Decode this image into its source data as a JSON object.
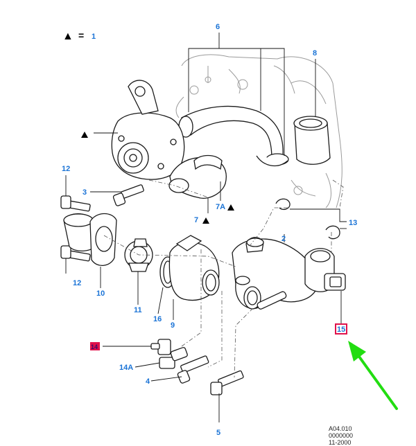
{
  "legend": {
    "symbol": "▲",
    "equals": "=",
    "value": "1"
  },
  "callouts": {
    "c1": "1",
    "c2": "2",
    "c3": "3",
    "c4": "4",
    "c5": "5",
    "c6": "6",
    "c7": "7",
    "c7a": "7A",
    "c8": "8",
    "c9": "9",
    "c10": "10",
    "c11": "11",
    "c12a": "12",
    "c12b": "12",
    "c13": "13",
    "c14": "14",
    "c14a": "14A",
    "c15": "15",
    "c16": "16"
  },
  "reference": {
    "line1": "A04.010",
    "line2": "0000000",
    "line3": "11-2000"
  },
  "colors": {
    "label": "#1a73d6",
    "highlight": "#e0104a",
    "arrow": "#22dd11"
  }
}
